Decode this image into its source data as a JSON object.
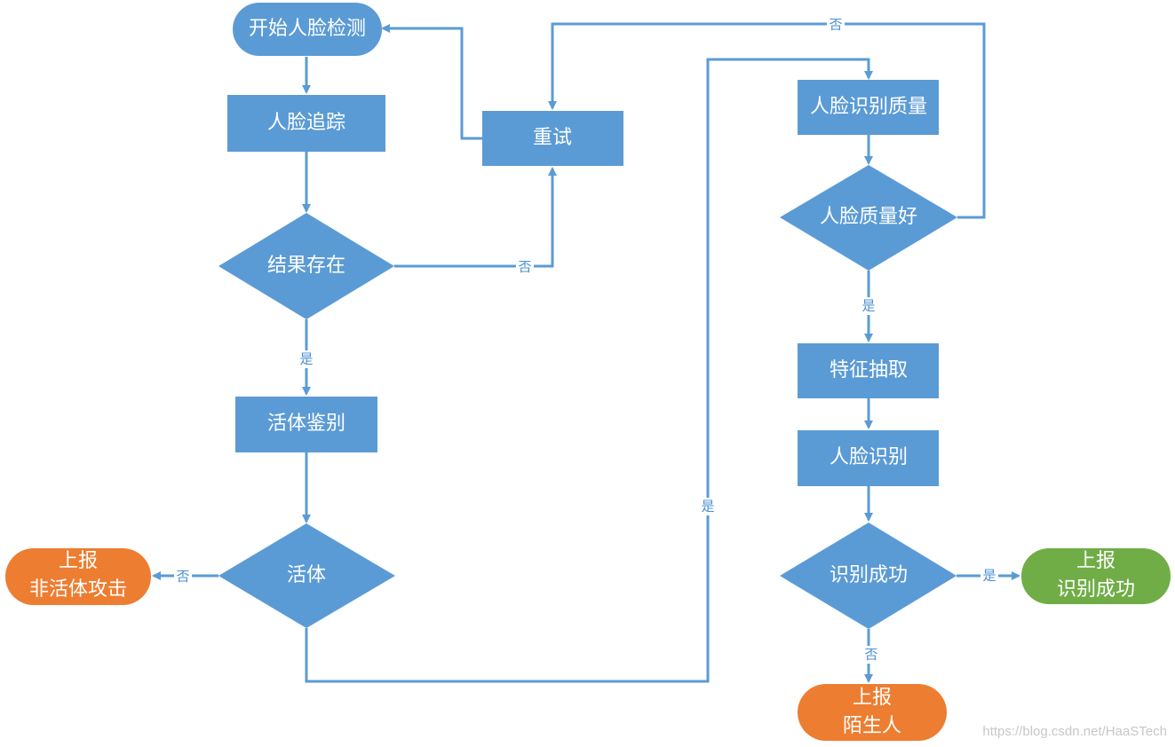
{
  "colors": {
    "process": "#5b9bd5",
    "stroke": "#5b9bd5",
    "terminal_start": "#5b9bd5",
    "report_bad": "#ed7d31",
    "report_good": "#70ad47",
    "label": "#4a8fd0"
  },
  "nodes": {
    "start": "开始人脸检测",
    "track": "人脸追踪",
    "result_exists": "结果存在",
    "retry": "重试",
    "liveness_check": "活体鉴别",
    "is_live": "活体",
    "report_attack_line1": "上报",
    "report_attack_line2": "非活体攻击",
    "quality": "人脸识别质量",
    "quality_good": "人脸质量好",
    "feature": "特征抽取",
    "recognize": "人脸识别",
    "recog_success": "识别成功",
    "report_success_line1": "上报",
    "report_success_line2": "识别成功",
    "report_stranger_line1": "上报",
    "report_stranger_line2": "陌生人"
  },
  "edge_labels": {
    "result_no": "否",
    "result_yes": "是",
    "live_no": "否",
    "live_yes": "是",
    "quality_no": "否",
    "quality_yes": "是",
    "recog_yes": "是",
    "recog_no": "否"
  },
  "watermark": "https://blog.csdn.net/HaaSTech"
}
